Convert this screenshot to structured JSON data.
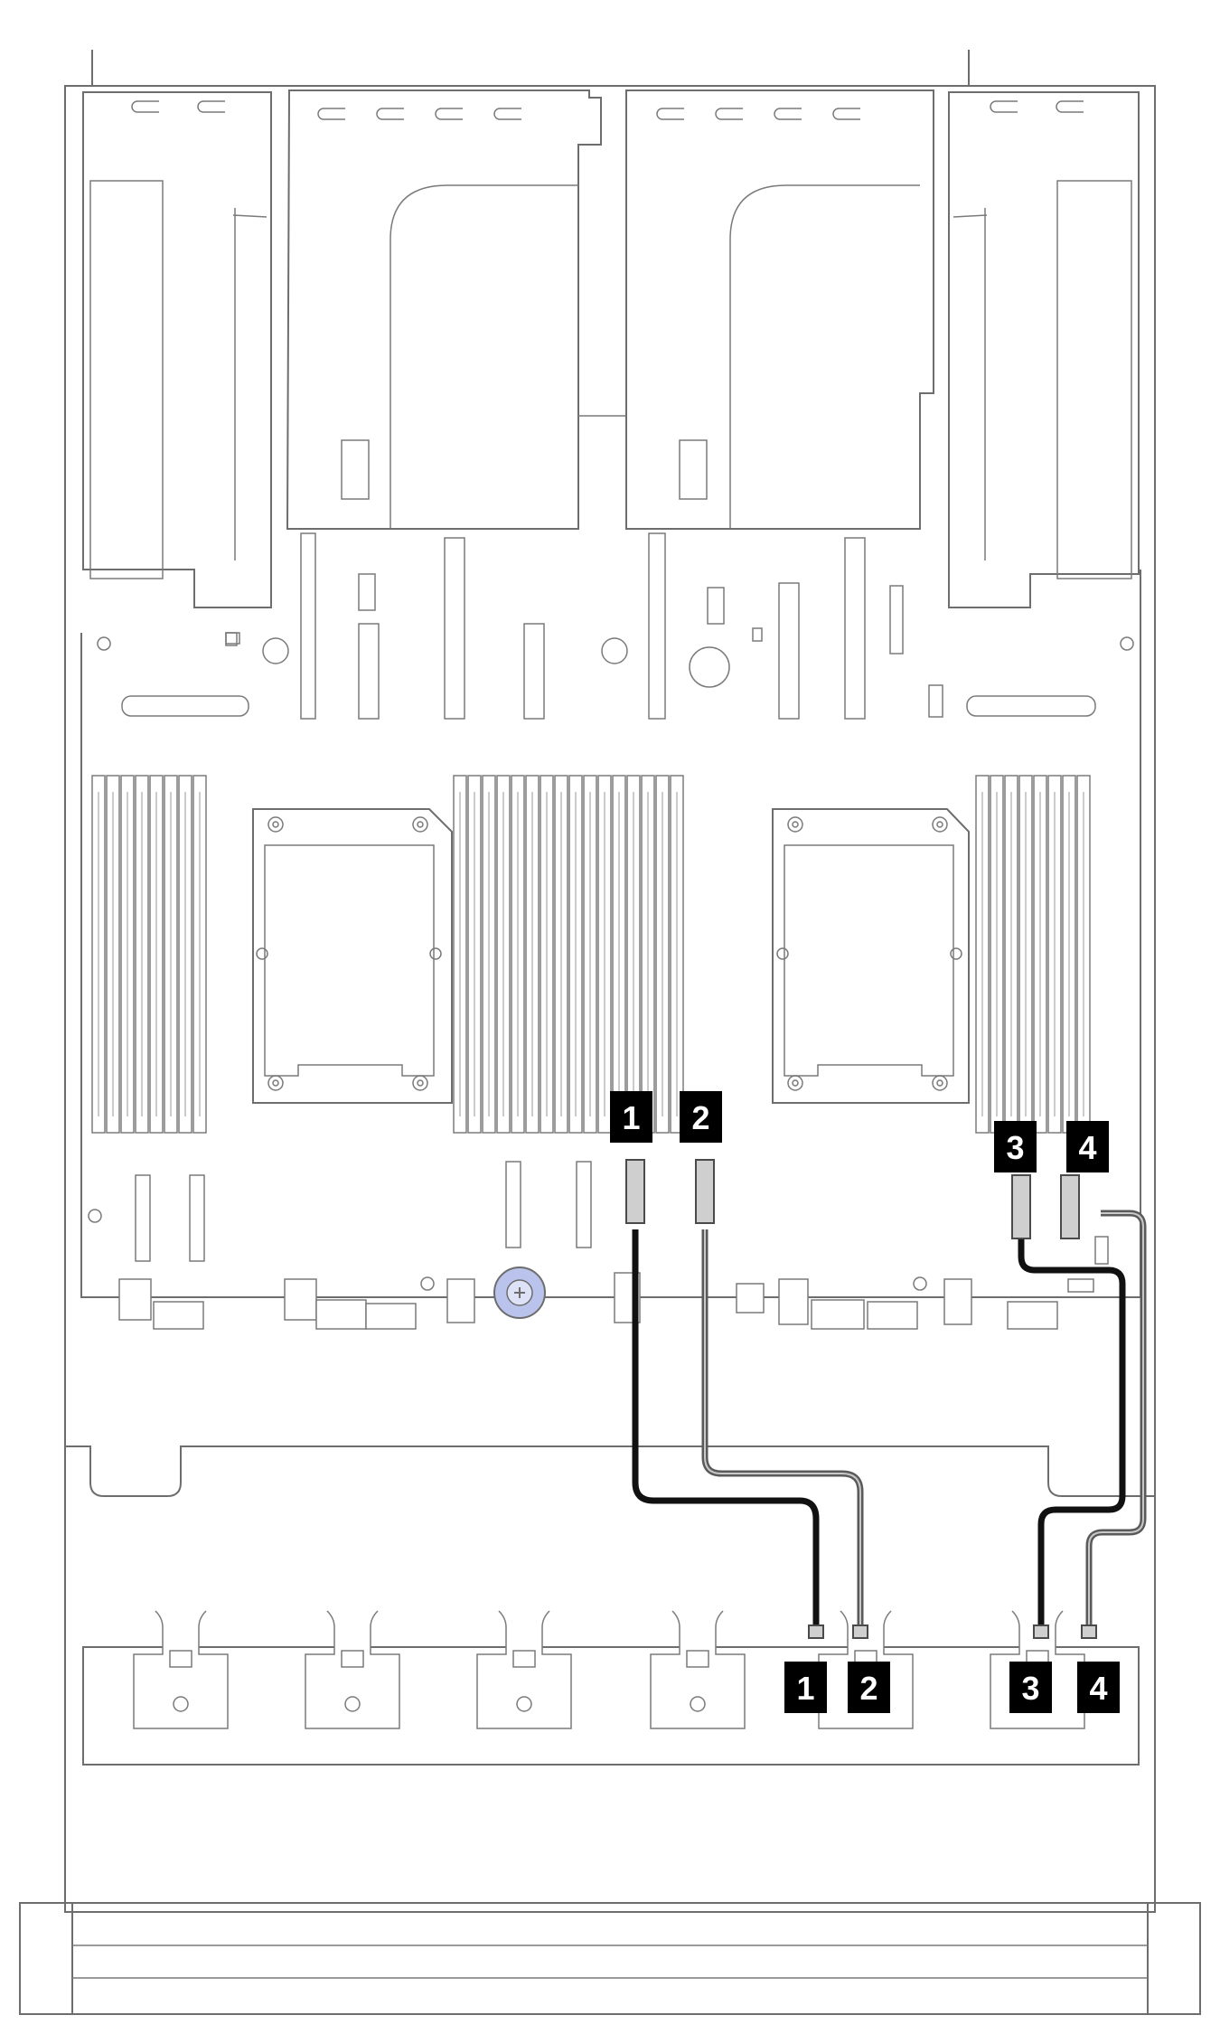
{
  "callouts": {
    "board": [
      {
        "id": "callout-1-board",
        "label": "1",
        "x": 0,
        "y": 0
      },
      {
        "id": "callout-2-board",
        "label": "2"
      },
      {
        "id": "callout-3-board",
        "label": "3"
      },
      {
        "id": "callout-4-board",
        "label": "4"
      }
    ],
    "backplane": [
      {
        "id": "callout-1-backplane",
        "label": "1"
      },
      {
        "id": "callout-2-backplane",
        "label": "2"
      },
      {
        "id": "callout-3-backplane",
        "label": "3"
      },
      {
        "id": "callout-4-backplane",
        "label": "4"
      }
    ]
  },
  "colors": {
    "cable_dark": "#111111",
    "cable_grey": "#5a5a5a",
    "outline": "#6d6d6d",
    "fan_screw": "#b9c3ec"
  }
}
